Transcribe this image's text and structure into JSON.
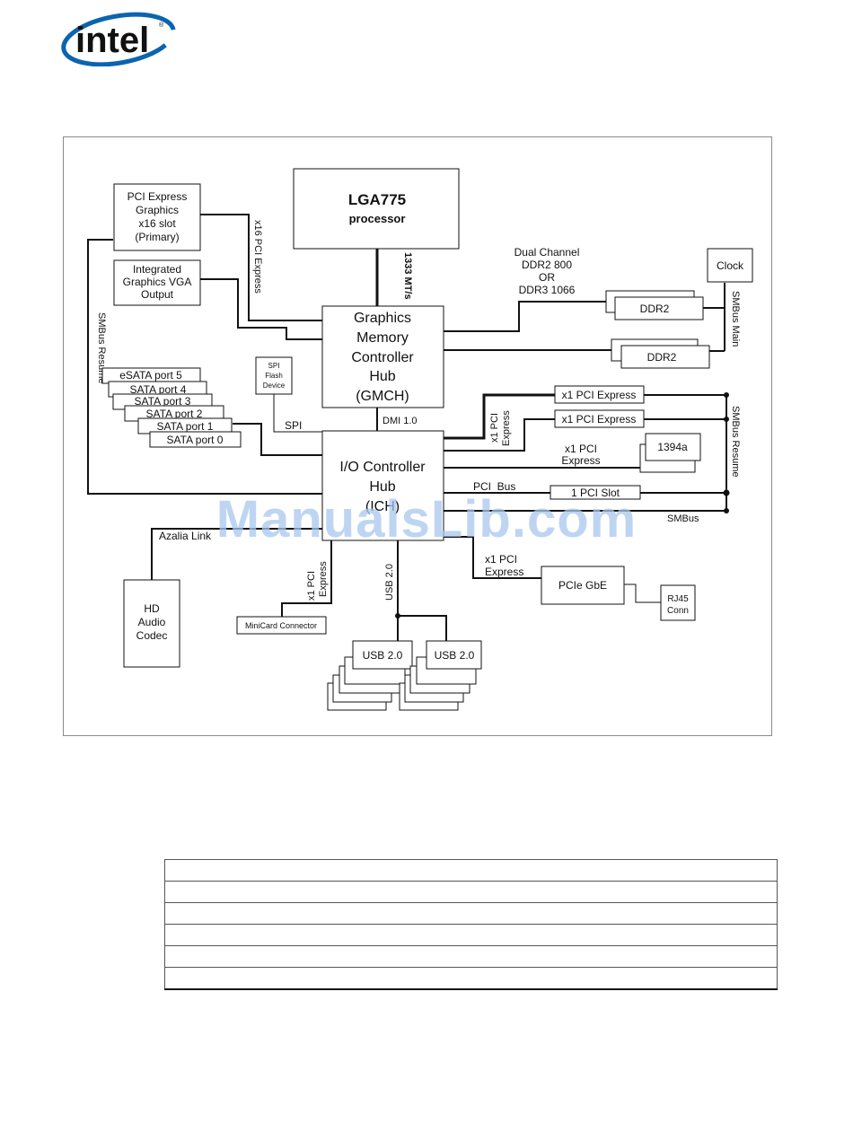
{
  "header": {
    "logo_text": "intel",
    "brand_color": "#0b64b0"
  },
  "diagram": {
    "processor": {
      "title": "LGA775",
      "subtitle": "processor"
    },
    "fsb_label": "1333 MT/s",
    "gmch": {
      "lines": [
        "Graphics",
        "Memory",
        "Controller",
        "Hub",
        "(GMCH)"
      ]
    },
    "ich": {
      "lines": [
        "I/O Controller",
        "Hub",
        "(ICH)"
      ]
    },
    "dmi_label": "DMI 1.0",
    "pcie_graphics": {
      "lines": [
        "PCI Express",
        "Graphics",
        "x16 slot",
        "(Primary)"
      ]
    },
    "x16_label": "x16 PCI Express",
    "vga": {
      "lines": [
        "Integrated",
        "Graphics VGA",
        "Output"
      ]
    },
    "memory_label": [
      "Dual Channel",
      "DDR2 800",
      "OR",
      "DDR3 1066"
    ],
    "dimms": [
      "DDR2",
      "DDR2"
    ],
    "clock": "Clock",
    "smbus_main": "SMBus Main",
    "smbus_resume_left": "SMBus Resume",
    "smbus_resume_right": "SMBus Resume",
    "smbus": "SMBus",
    "sata_ports": [
      "eSATA port 5",
      "SATA port 4",
      "SATA port 3",
      "SATA port 2",
      "SATA port 1",
      "SATA port 0"
    ],
    "spi_flash": [
      "SPI",
      "Flash",
      "Device"
    ],
    "spi_label": "SPI",
    "pcie_slots": [
      "x1 PCI Express",
      "x1 PCI Express"
    ],
    "x1_vertical": [
      "x1 PCI",
      "Express"
    ],
    "x1_1394_label": [
      "x1 PCI",
      "Express"
    ],
    "ieee1394": "1394a",
    "pci_bus_label": "PCI  Bus",
    "pci_slot": "1 PCI Slot",
    "azalia_label": "Azalia Link",
    "hd_audio": [
      "HD",
      "Audio",
      "Codec"
    ],
    "minicard_x1": [
      "x1 PCI",
      "Express"
    ],
    "minicard": "MiniCard Connector",
    "usb_label": "USB 2.0",
    "usb_ports": [
      "USB 2.0",
      "USB 2.0"
    ],
    "gbe_x1": [
      "x1 PCI",
      "Express"
    ],
    "gbe": "PCIe GbE",
    "rj45": [
      "RJ45",
      "Conn"
    ]
  },
  "table": {
    "rows": 6
  },
  "watermark": "ManualsLib.com"
}
